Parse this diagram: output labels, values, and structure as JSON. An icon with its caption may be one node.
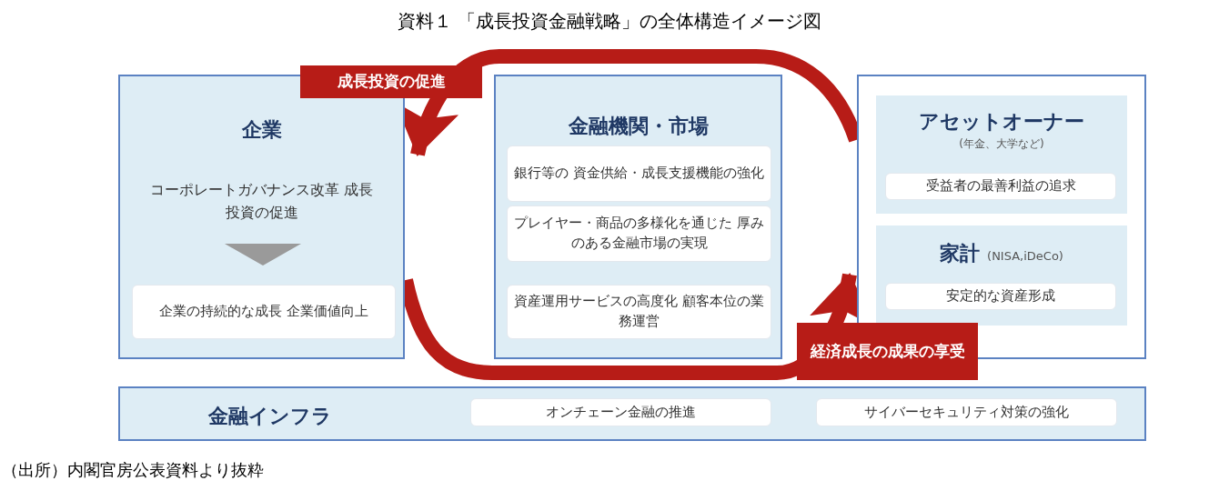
{
  "diagram": {
    "title": "資料１ 「成長投資金融戦略」の全体構造イメージ図",
    "caption": "（出所）内閣官房公表資料より抜粋",
    "nodes": [
      {
        "text": [
          "企業",
          "コーポレートガバナンス改革 成長投資の促進"
        ]
      },
      {
        "text": [
          "企業の持続的な成長 企業価値向上"
        ],
        "in": 0
      },
      {
        "text": [
          "金融機関・市場"
        ]
      },
      {
        "text": [
          "銀行等の 資金供給・成長支援機能の強化"
        ],
        "in": 2
      },
      {
        "text": [
          "プレイヤー・商品の多様化を通じた 厚みのある金融市場の実現"
        ],
        "in": 2
      },
      {
        "text": [
          "資産運用サービスの高度化 顧客本位の業務運営"
        ],
        "in": 2
      },
      {
        "text": [],
        "shape": "box"
      },
      {
        "text": [
          "アセットオーナー",
          "(年金、大学など)"
        ],
        "in": 6
      },
      {
        "text": [
          "受益者の最善利益の追求"
        ],
        "in": 7
      },
      {
        "text": [
          "家計",
          "(NISA,iDeCo)"
        ],
        "in": 6
      },
      {
        "text": [
          "安定的な資産形成"
        ],
        "in": 9
      },
      {
        "text": [
          "金融インフラ"
        ]
      },
      {
        "text": [
          "オンチェーン金融の推進"
        ],
        "in": 11
      },
      {
        "text": [
          "サイバーセキュリティ対策の強化"
        ],
        "in": 11
      }
    ],
    "edges": [
      {
        "from": 6,
        "to": 0,
        "arrow": "to",
        "label": "成長投資の促進"
      },
      {
        "from": 0,
        "to": 6,
        "arrow": "to",
        "label": "経済成長の成果の享受"
      }
    ]
  }
}
